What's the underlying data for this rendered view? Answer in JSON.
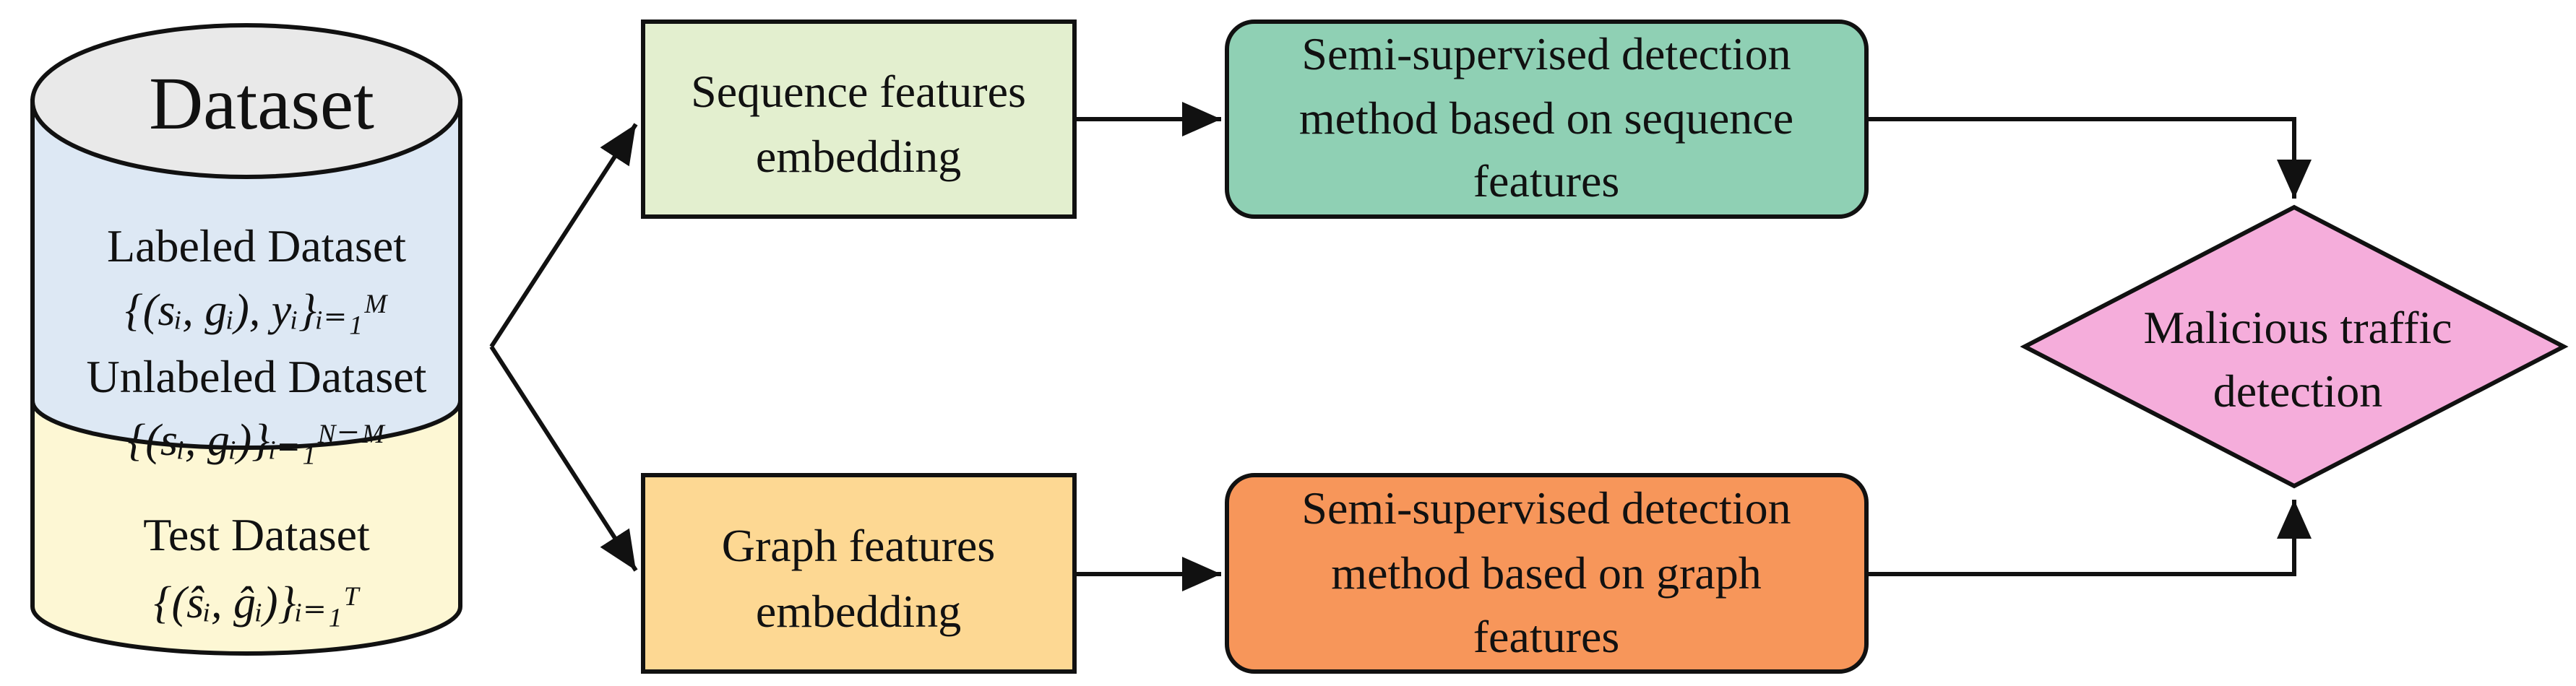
{
  "dataset": {
    "title": "Dataset",
    "labeled_label": "Labeled Dataset",
    "labeled_formula": "{(sᵢ, gᵢ), yᵢ}ᵢ₌₁ᴹ",
    "unlabeled_label": "Unlabeled Dataset",
    "unlabeled_formula": "{(sᵢ, gᵢ)}ᵢ₌₁ᴺ⁻ᴹ",
    "test_label": "Test Dataset",
    "test_formula": "{(ŝᵢ, ĝᵢ)}ᵢ₌₁ᵀ"
  },
  "boxes": {
    "seq_embed": {
      "line1": "Sequence features",
      "line2": "embedding"
    },
    "graph_embed": {
      "line1": "Graph features",
      "line2": "embedding"
    },
    "seq_method": {
      "line1": "Semi-supervised detection",
      "line2": "method based on sequence",
      "line3": "features"
    },
    "graph_method": {
      "line1": "Semi-supervised detection",
      "line2": "method based on graph",
      "line3": "features"
    },
    "detection": {
      "line1": "Malicious traffic",
      "line2": "detection"
    }
  },
  "colors": {
    "cyl_top": "#e9e9e9",
    "cyl_blue": "#dde8f4",
    "cyl_yellow": "#fdf7d4",
    "seq_embed": "#e3efcf",
    "graph_embed": "#fdd893",
    "seq_method": "#8fd0b4",
    "graph_method": "#f7965a",
    "detection": "#f5addb",
    "stroke": "#111111"
  }
}
